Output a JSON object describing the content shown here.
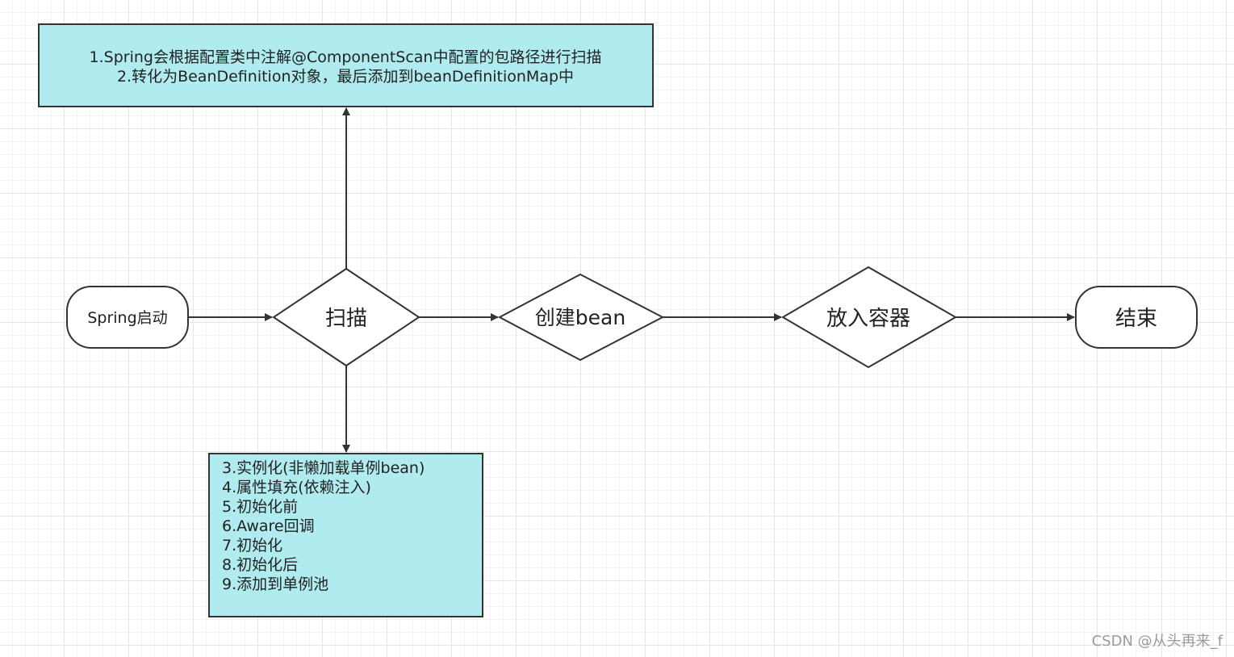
{
  "diagram": {
    "start": {
      "label": "Spring启动"
    },
    "scan": {
      "label": "扫描"
    },
    "create": {
      "label": "创建bean"
    },
    "container": {
      "label": "放入容器"
    },
    "end": {
      "label": "结束"
    },
    "top_box": {
      "lines": [
        "1.Spring会根据配置类中注解@ComponentScan中配置的包路径进行扫描",
        "2.转化为BeanDefinition对象，最后添加到beanDefinitionMap中"
      ]
    },
    "bottom_box": {
      "lines": [
        "3.实例化(非懒加载单例bean)",
        "4.属性填充(依赖注入)",
        "5.初始化前",
        "6.Aware回调",
        "7.初始化",
        "8.初始化后",
        "9.添加到单例池"
      ]
    }
  },
  "colors": {
    "box_fill": "#b0ebf0",
    "stroke": "#333333"
  },
  "watermark": "CSDN @从头再来_f"
}
